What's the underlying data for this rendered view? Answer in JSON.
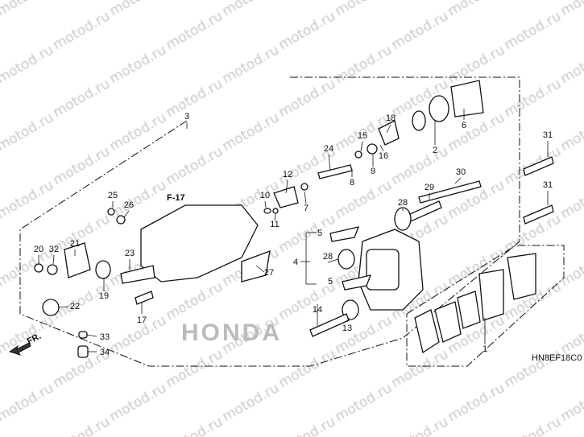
{
  "watermark": "motod.ru",
  "diagram_code": "HN8EF18C0",
  "front_marker": "FR.",
  "reference": "F-17",
  "logo_text": "HONDA",
  "callouts": [
    "1",
    "2",
    "3",
    "4",
    "5",
    "5",
    "6",
    "7",
    "8",
    "9",
    "10",
    "11",
    "12",
    "13",
    "14",
    "15",
    "16",
    "17",
    "18",
    "19",
    "20",
    "21",
    "22",
    "23",
    "24",
    "25",
    "26",
    "27",
    "28",
    "28",
    "29",
    "30",
    "31",
    "31",
    "32",
    "33",
    "34"
  ]
}
